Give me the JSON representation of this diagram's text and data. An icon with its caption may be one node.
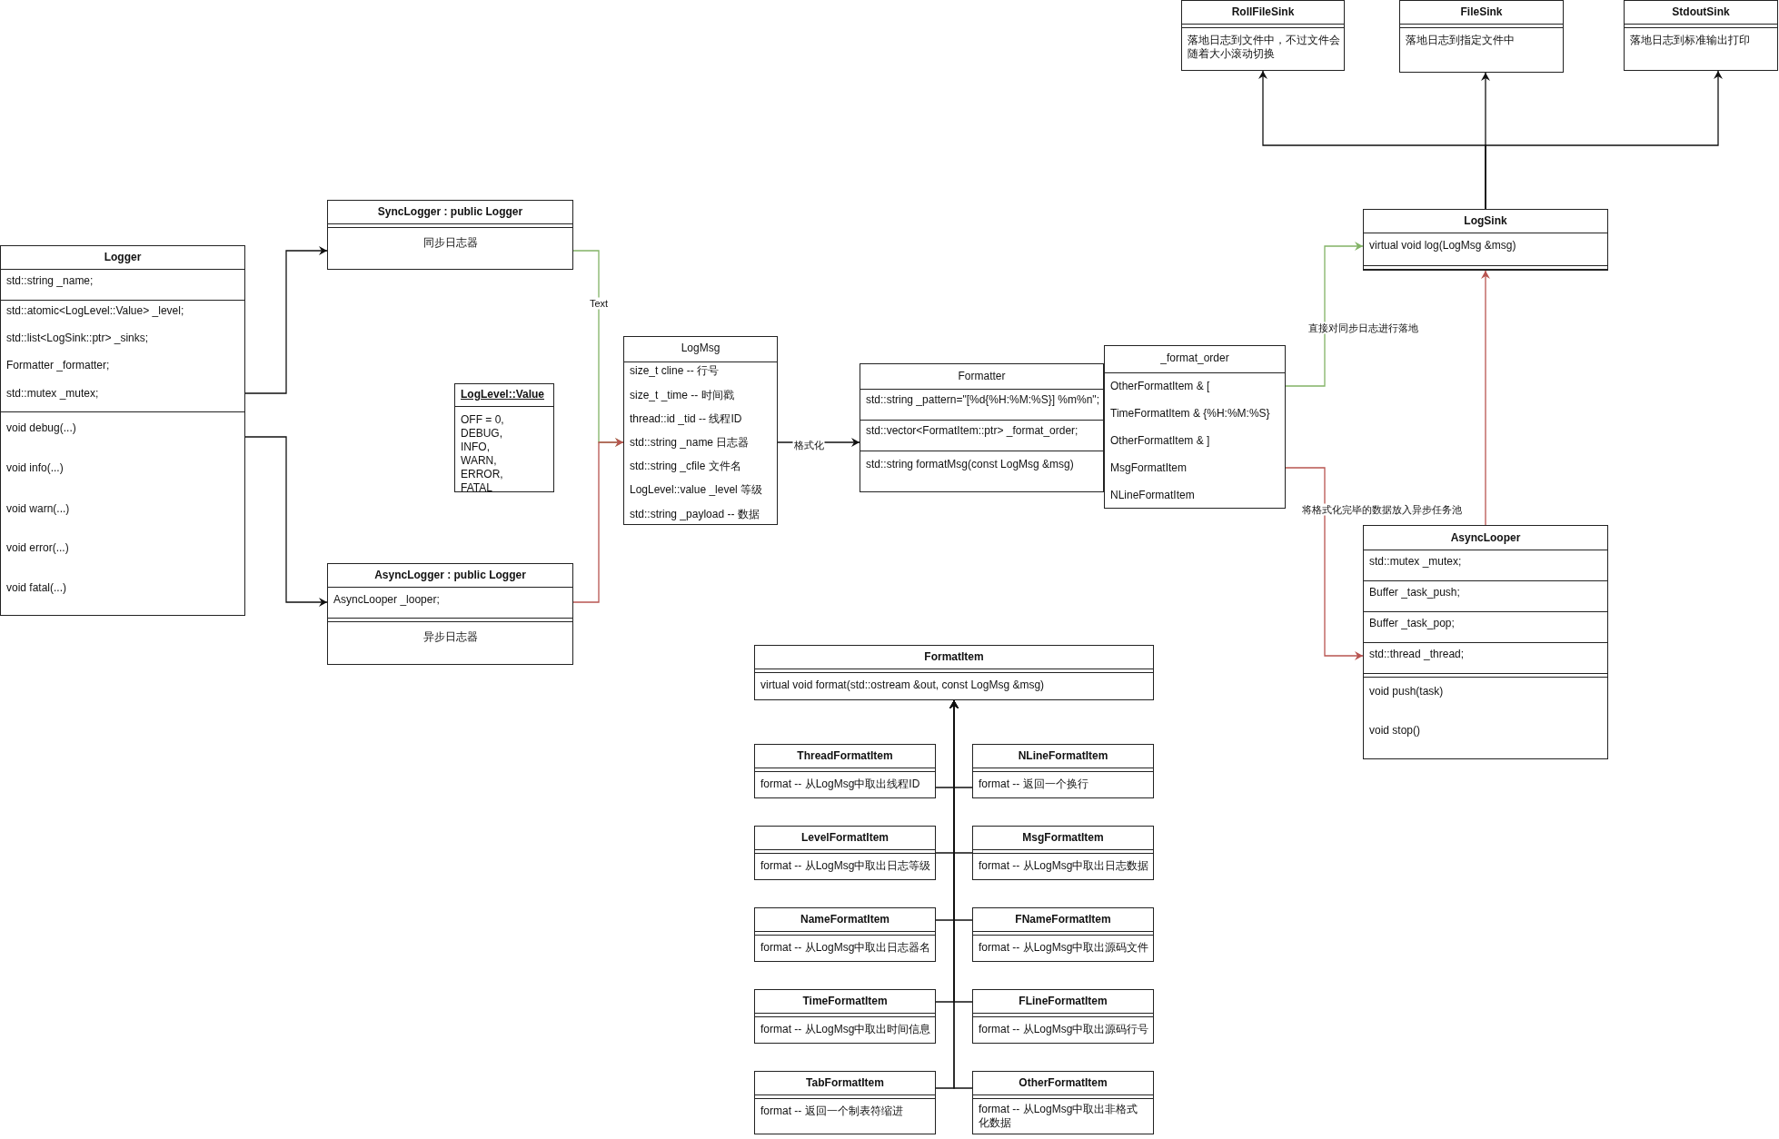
{
  "diagram": {
    "nodes": [
      {
        "text": [
          "Logger",
          "std::string _name;",
          "std::atomic<LogLevel::Value> _level;",
          "std::list<LogSink::ptr> _sinks;",
          "Formatter _formatter;",
          "std::mutex _mutex;",
          "void debug(...)",
          "void info(...)",
          "void warn(...)",
          "void error(...)",
          "void fatal(...)"
        ]
      },
      {
        "text": [
          "SyncLogger : public Logger",
          "同步日志器"
        ]
      },
      {
        "text": [
          "AsyncLogger : public Logger",
          "AsyncLooper _looper;",
          "异步日志器"
        ]
      },
      {
        "text": [
          "LogLevel::Value",
          "OFF = 0, DEBUG, INFO, WARN, ERROR, FATAL"
        ]
      },
      {
        "text": [
          "LogMsg",
          "size_t cline -- 行号",
          "size_t _time -- 时间戳",
          "thread::id _tid -- 线程ID",
          "std::string _name 日志器",
          "std::string _cfile 文件名",
          "LogLevel::value _level 等级",
          "std::string _payload -- 数据"
        ]
      },
      {
        "text": [
          "Formatter",
          "std::string _pattern=\"[%d{%H:%M:%S}] %m%n\";",
          "std::vector<FormatItem::ptr> _format_order;",
          "std::string formatMsg(const LogMsg &msg)"
        ]
      },
      {
        "text": [
          "_format_order",
          "OtherFormatItem & [",
          "TimeFormatItem & {%H:%M:%S}",
          "OtherFormatItem & ]",
          "MsgFormatItem",
          "NLineFormatItem"
        ]
      },
      {
        "text": [
          "RollFileSink",
          "落地日志到文件中，不过文件会随着大小滚动切换"
        ]
      },
      {
        "text": [
          "FileSink",
          "落地日志到指定文件中"
        ]
      },
      {
        "text": [
          "StdoutSink",
          "落地日志到标准输出打印"
        ]
      },
      {
        "text": [
          "LogSink",
          "virtual void log(LogMsg &msg)"
        ]
      },
      {
        "text": [
          "AsyncLooper",
          "std::mutex _mutex;",
          "Buffer _task_push;",
          "Buffer _task_pop;",
          "std::thread _thread;",
          "void  push(task)",
          "void stop()"
        ]
      },
      {
        "text": [
          "FormatItem",
          "virtual void format(std::ostream &out, const LogMsg &msg)"
        ]
      },
      {
        "text": [
          "ThreadFormatItem",
          "format -- 从LogMsg中取出线程ID"
        ]
      },
      {
        "text": [
          "NLineFormatItem",
          "format -- 返回一个换行"
        ]
      },
      {
        "text": [
          "LevelFormatItem",
          "format -- 从LogMsg中取出日志等级"
        ]
      },
      {
        "text": [
          "MsgFormatItem",
          "format -- 从LogMsg中取出日志数据"
        ]
      },
      {
        "text": [
          "NameFormatItem",
          "format -- 从LogMsg中取出日志器名"
        ]
      },
      {
        "text": [
          "FNameFormatItem",
          "format -- 从LogMsg中取出源码文件"
        ]
      },
      {
        "text": [
          "TimeFormatItem",
          "format -- 从LogMsg中取出时间信息"
        ]
      },
      {
        "text": [
          "FLineFormatItem",
          "format -- 从LogMsg中取出源码行号"
        ]
      },
      {
        "text": [
          "TabFormatItem",
          "format -- 返回一个制表符缩进"
        ]
      },
      {
        "text": [
          "OtherFormatItem",
          "format -- 从LogMsg中取出非格式化数据"
        ]
      }
    ],
    "edges": [
      {
        "from": 0,
        "to": 1,
        "arrow": "to"
      },
      {
        "from": 0,
        "to": 2,
        "arrow": "to"
      },
      {
        "from": 1,
        "to": 4,
        "arrow": "to",
        "label": "Text",
        "color": "#82b366"
      },
      {
        "from": 2,
        "to": 4,
        "arrow": "to",
        "color": "#b85450"
      },
      {
        "from": 4,
        "to": 5,
        "arrow": "to",
        "label": "格式化"
      },
      {
        "from": 6,
        "to": 10,
        "arrow": "to",
        "label": "直接对同步日志进行落地",
        "color": "#82b366"
      },
      {
        "from": 6,
        "to": 11,
        "arrow": "to",
        "label": "将格式化完毕的数据放入异步任务池",
        "color": "#b85450"
      },
      {
        "from": 11,
        "to": 10,
        "arrow": "to",
        "color": "#b85450"
      },
      {
        "from": 10,
        "to": 7,
        "arrow": "to"
      },
      {
        "from": 10,
        "to": 8,
        "arrow": "to"
      },
      {
        "from": 10,
        "to": 9,
        "arrow": "to"
      },
      {
        "from": 13,
        "to": 12,
        "arrow": "to"
      },
      {
        "from": 14,
        "to": 12,
        "arrow": "to"
      },
      {
        "from": 15,
        "to": 12,
        "arrow": "to"
      },
      {
        "from": 16,
        "to": 12,
        "arrow": "to"
      },
      {
        "from": 17,
        "to": 12,
        "arrow": "to"
      },
      {
        "from": 18,
        "to": 12,
        "arrow": "to"
      },
      {
        "from": 19,
        "to": 12,
        "arrow": "to"
      },
      {
        "from": 20,
        "to": 12,
        "arrow": "to"
      },
      {
        "from": 21,
        "to": 12,
        "arrow": "to"
      },
      {
        "from": 22,
        "to": 12,
        "arrow": "to"
      }
    ]
  }
}
